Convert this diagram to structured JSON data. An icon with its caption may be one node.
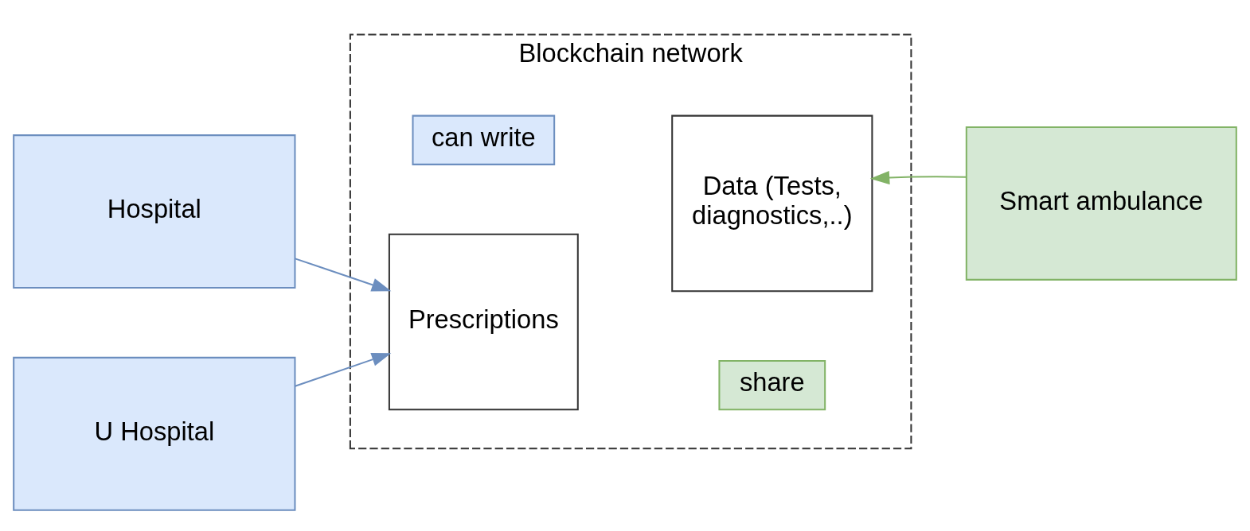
{
  "diagram": {
    "nodes": [
      {
        "text": [
          "Hospital"
        ]
      },
      {
        "text": [
          "U Hospital"
        ]
      },
      {
        "text": [
          "Blockchain network"
        ]
      },
      {
        "text": [
          "can write"
        ],
        "in": 2
      },
      {
        "text": [
          "Prescriptions"
        ],
        "in": 2
      },
      {
        "text": [
          "share"
        ],
        "in": 2
      },
      {
        "text": [
          "Data (Tests, diagnostics,..)"
        ],
        "in": 2
      },
      {
        "text": [
          "Smart ambulance"
        ]
      }
    ],
    "edges": [
      {
        "from": 0,
        "to": 4,
        "arrow": "to",
        "color": "#6c8ebf"
      },
      {
        "from": 1,
        "to": 4,
        "arrow": "to",
        "color": "#6c8ebf"
      },
      {
        "from": 7,
        "to": 6,
        "arrow": "to",
        "color": "#82b366"
      }
    ]
  }
}
